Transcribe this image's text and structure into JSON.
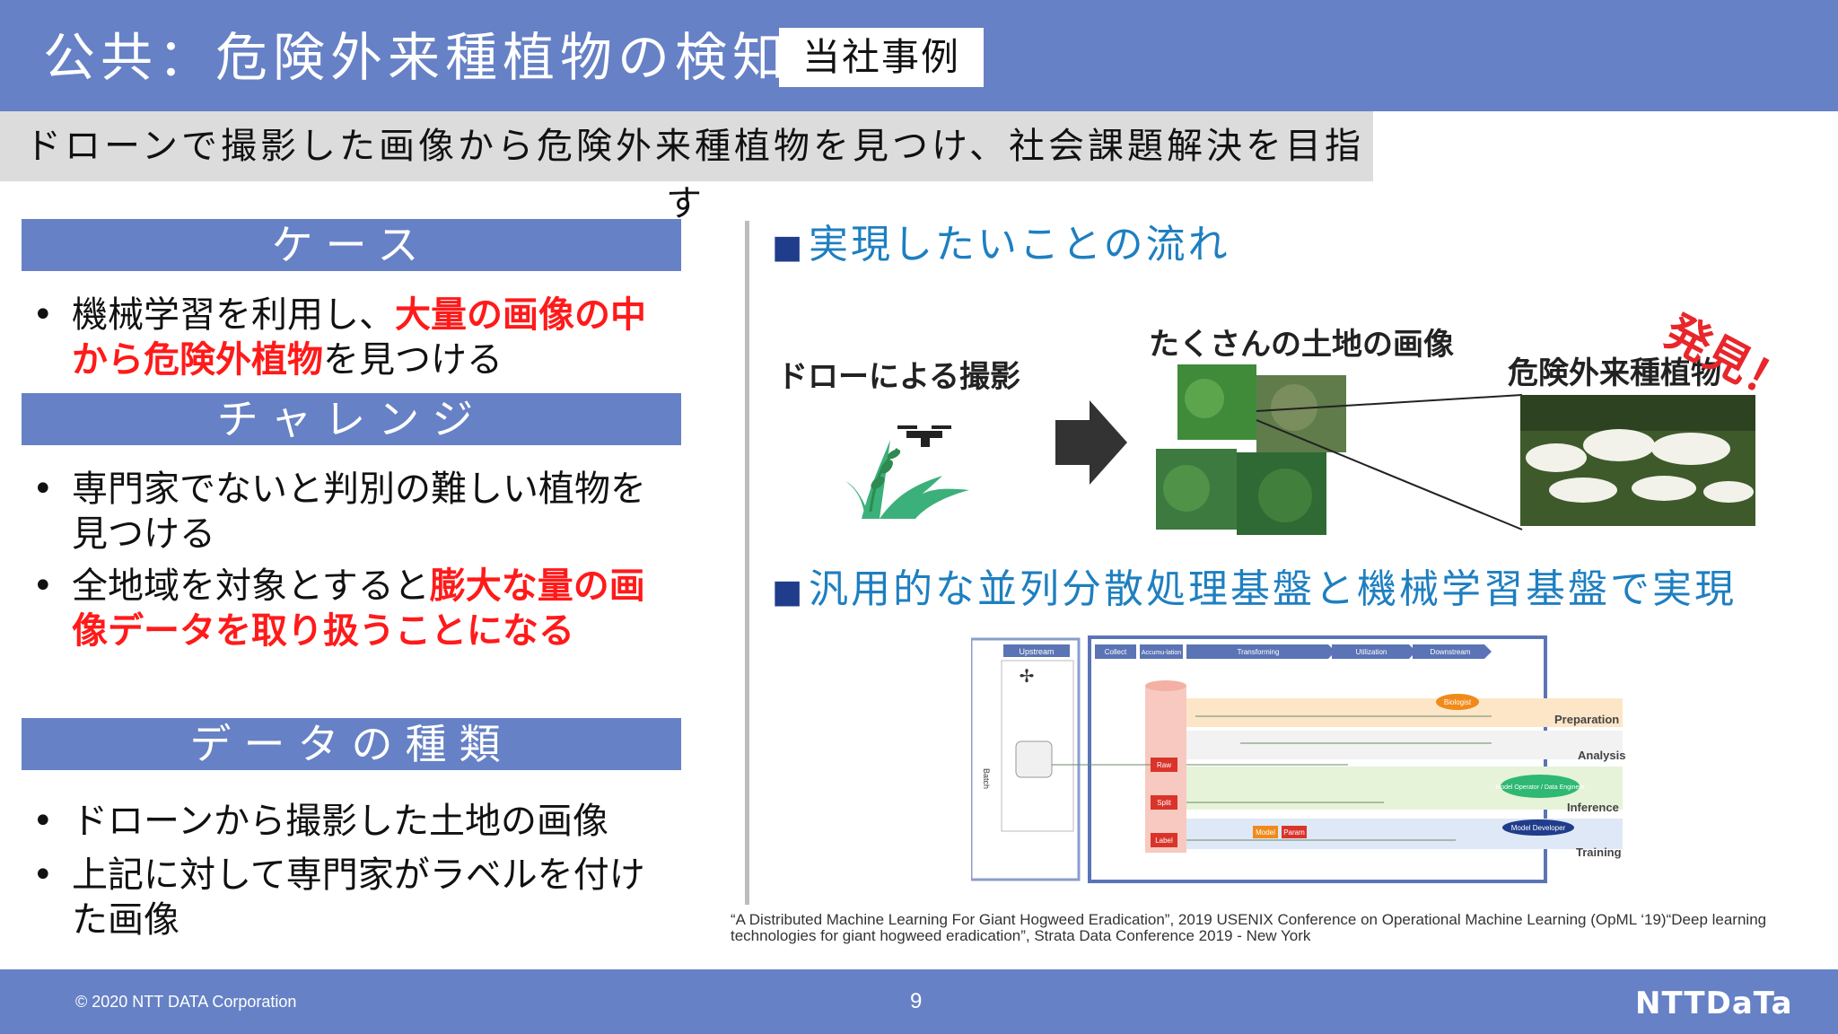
{
  "header": {
    "title": "公共：危険外来種植物の検知",
    "tag": "当社事例"
  },
  "subtitle": {
    "text": "ドローンで撮影した画像から危険外来種植物を見つけ、社会課題解決を目指",
    "tail": "す"
  },
  "left": {
    "case": {
      "heading": "ケース",
      "bullets": [
        {
          "parts": [
            "機械学習を利用し、",
            "大量の画像の中から危険外植物",
            "を見つける"
          ]
        }
      ]
    },
    "challenge": {
      "heading": "チャレンジ",
      "bullets": [
        {
          "text": "専門家でないと判別の難しい植物を見つける"
        },
        {
          "parts": [
            "全地域を対象とすると",
            "膨大な量の画像データを取り扱うことになる"
          ]
        }
      ]
    },
    "data_types": {
      "heading": "データの種類",
      "bullets": [
        {
          "text": "ドローンから撮影した土地の画像"
        },
        {
          "text": "上記に対して専門家がラベルを付けた画像"
        }
      ]
    }
  },
  "right": {
    "flow_heading": "実現したいことの流れ",
    "platform_heading": "汎用的な並列分散処理基盤と機械学習基盤で実現",
    "bullet_square": "■",
    "labels": {
      "drone": "ドローによる撮影",
      "images": "たくさんの土地の画像",
      "plant": "危険外来種植物",
      "discover": "発見！"
    },
    "diagram": {
      "upstream": "Upstream",
      "stages": [
        "Collect",
        "Accumu-lation",
        "Transforming",
        "Utilization",
        "Downstream"
      ],
      "side_label": "Batch",
      "roles": [
        "Preparation",
        "Analysis",
        "Inference",
        "Training"
      ],
      "actors": [
        "Biologist",
        "Model Operator / Data Engineer",
        "Model Developer"
      ],
      "stores": [
        "Raw",
        "Split",
        "Label"
      ],
      "chips": [
        "Model",
        "Param"
      ]
    },
    "citation": "“A Distributed Machine Learning For Giant Hogweed Eradication”, 2019 USENIX Conference on Operational Machine Learning (OpML ‘19)“Deep learning technologies for giant hogweed eradication”, Strata Data Conference 2019 - New York"
  },
  "footer": {
    "copyright": "© 2020 NTT DATA Corporation",
    "page": "9",
    "logo": "NTTDaTa"
  },
  "colors": {
    "band": "#6681c5",
    "accent_red": "#ff1a1a",
    "heading_blue": "#1e7fc0",
    "discover_red": "#e8262b"
  }
}
